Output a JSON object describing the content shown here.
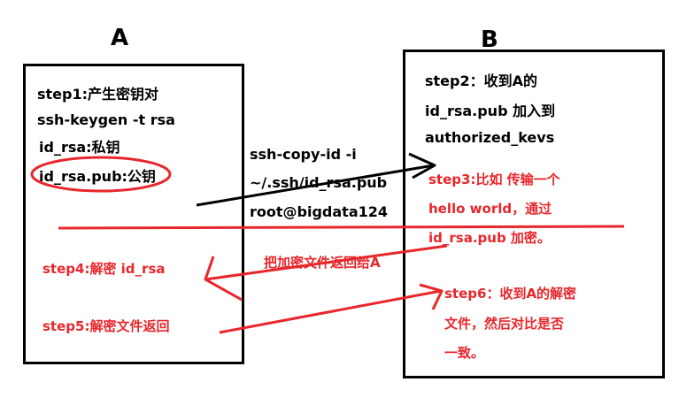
{
  "machine_a": {
    "title": "A",
    "step1": "step1:产生密钥对",
    "cmd": "ssh-keygen -t rsa",
    "private_key": "id_rsa:私钥",
    "public_key": "id_rsa.pub:公钥",
    "step4": "step4:解密 id_rsa",
    "step5": "step5:解密文件返回"
  },
  "machine_b": {
    "title": "B",
    "step2_line1": "step2：收到A的",
    "step2_line2": "id_rsa.pub 加入到",
    "step2_line3": "authorized_kevs",
    "step3_line1": "step3:比如 传输一个",
    "step3_line2": "hello world，通过",
    "step3_line3": "id_rsa.pub 加密。",
    "step6_line1": "step6：收到A的解密",
    "step6_line2": "文件，然后对比是否",
    "step6_line3": "一致。"
  },
  "transfer": {
    "line1": "ssh-copy-id -i",
    "line2": "~/.ssh/id_rsa.pub",
    "line3": "root@bigdata124",
    "return_label": "把加密文件返回给A"
  },
  "colors": {
    "black": "#000000",
    "red": "#e8262b"
  }
}
